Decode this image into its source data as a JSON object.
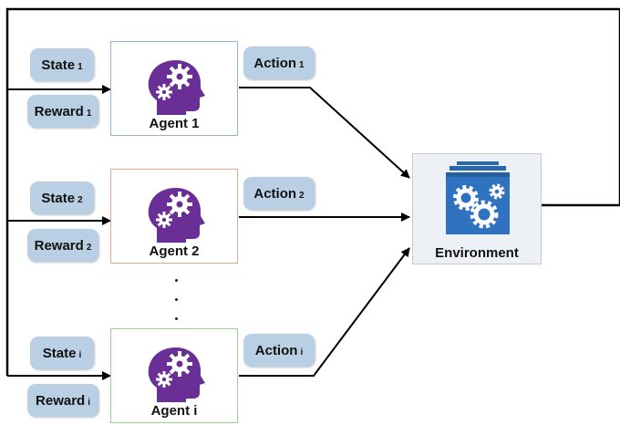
{
  "agents": [
    {
      "label": "Agent 1",
      "state": "State",
      "state_sub": "1",
      "reward": "Reward",
      "reward_sub": "1",
      "action": "Action",
      "action_sub": "1",
      "border": "#8fb6d8"
    },
    {
      "label": "Agent 2",
      "state": "State",
      "state_sub": "2",
      "reward": "Reward",
      "reward_sub": "2",
      "action": "Action",
      "action_sub": "2",
      "border": "#e3a98c"
    },
    {
      "label": "Agent i",
      "state": "State",
      "state_sub": "i",
      "reward": "Reward",
      "reward_sub": "i",
      "action": "Action",
      "action_sub": "i",
      "border": "#9ccf94"
    }
  ],
  "environment": {
    "label": "Environment"
  },
  "icons": {
    "agent": "head-gears-icon",
    "environment": "gears-cube-icon"
  },
  "colors": {
    "pill": "#b9cfe3",
    "head": "#6a2f97",
    "env_icon": "#2f72c0",
    "line": "#000000"
  }
}
